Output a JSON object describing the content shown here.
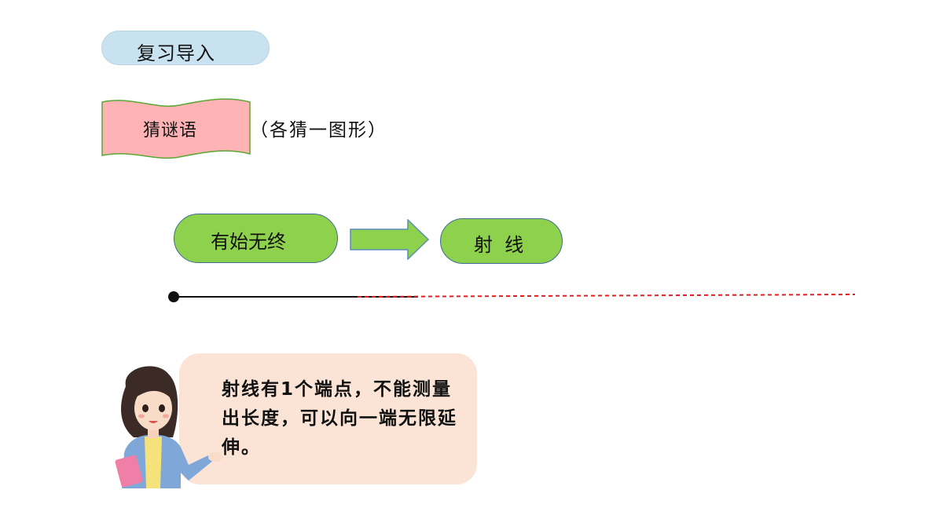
{
  "section": {
    "title": "复习导入"
  },
  "riddle": {
    "banner_label": "猜谜语",
    "hint": "（各猜一图形）"
  },
  "puzzle": {
    "clue": "有始无终",
    "answer": "射  线"
  },
  "explanation": {
    "text": "射线有1个端点，不能测量出长度，可以向一端无限延伸。"
  },
  "colors": {
    "section_bg": "#c8e2f0",
    "banner_bg": "#ffb3b5",
    "banner_border": "#5aa831",
    "pill_green": "#8dd14c",
    "ray_dashed": "#e02020",
    "bubble_bg": "#fbe4d6"
  }
}
